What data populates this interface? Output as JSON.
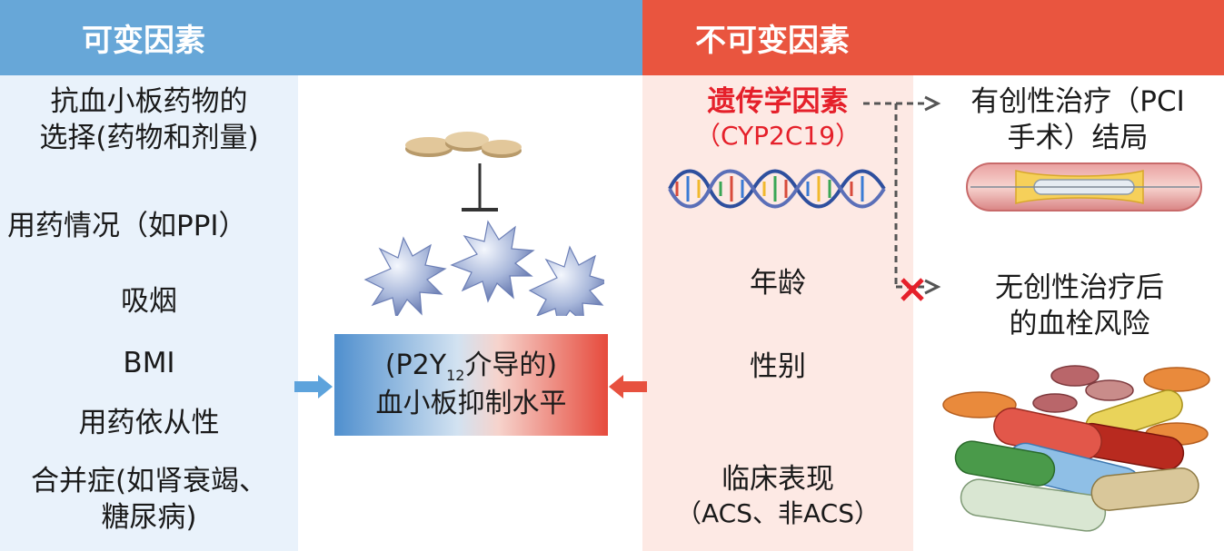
{
  "header": {
    "left_title": "可变因素",
    "right_title": "不可变因素"
  },
  "modifiable_factors": {
    "drug_choice_line1": "抗血小板药物的",
    "drug_choice_line2": "选择(药物和剂量)",
    "drug_use": "用药情况（如PPI）",
    "smoking": "吸烟",
    "bmi": "BMI",
    "adherence": "用药依从性",
    "comorbidity_line1": "合并症(如肾衰竭、",
    "comorbidity_line2": "糖尿病)"
  },
  "center": {
    "line1_prefix": "(P2Y",
    "line1_sub": "12",
    "line1_suffix": "介导的)",
    "line2": "血小板抑制水平"
  },
  "nonmodifiable_factors": {
    "genetic_line1": "遗传学因素",
    "genetic_line2": "（CYP2C19）",
    "age": "年龄",
    "sex": "性别",
    "clinical_line1": "临床表现",
    "clinical_line2": "（ACS、非ACS）"
  },
  "outcomes": {
    "invasive_line1": "有创性治疗（PCI",
    "invasive_line2": "手术）结局",
    "noninvasive_line1": "无创性治疗后",
    "noninvasive_line2": "的血栓风险"
  },
  "colors": {
    "modifiable_accent": "#67a7d8",
    "nonmodifiable_accent": "#e9553f",
    "genetic_text": "#e5202a",
    "cross_mark": "#e5202a"
  },
  "icons": [
    "pill-tablets-icon",
    "inhibition-bar-icon",
    "platelet-icon",
    "dna-helix-icon",
    "blood-vessel-stent-icon",
    "medication-capsules-icon",
    "cross-mark-icon"
  ]
}
